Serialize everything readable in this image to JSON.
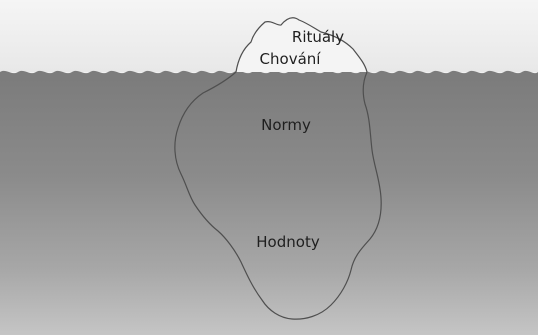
{
  "diagram": {
    "labels": {
      "tip_top": "Rituály",
      "tip_bottom": "Chování",
      "middle": "Normy",
      "bottom": "Hodnoty"
    }
  }
}
